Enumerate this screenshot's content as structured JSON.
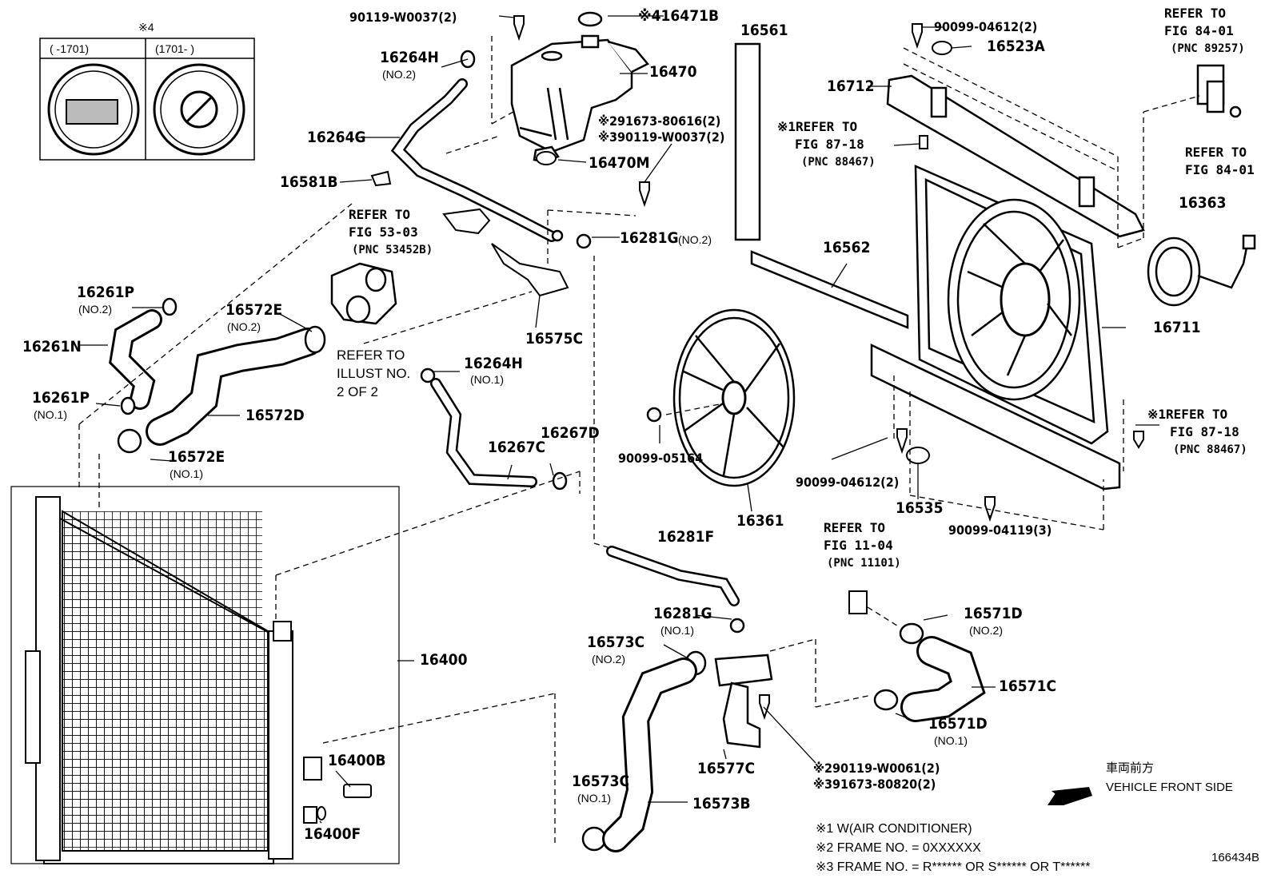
{
  "diagram_id": "166434B",
  "inset": {
    "marker": "※4",
    "col_left": "(      -1701)",
    "col_right": "(1701-      )"
  },
  "parts": {
    "p90119_w0037": "90119-W0037(2)",
    "p16471b": "※416471B",
    "p16264h_top": "16264H",
    "p16264h_top_sub": "(NO.2)",
    "p16470": "16470",
    "p16561": "16561",
    "p90099_04612_top": "90099-04612(2)",
    "p16523a": "16523A",
    "p16712": "16712",
    "p16264g": "16264G",
    "p91673_80616": "※291673-80616(2)",
    "p90119_w0037_b": "※390119-W0037(2)",
    "p16470m": "16470M",
    "p16581b": "16581B",
    "p16281g_top": "16281G",
    "p16281g_top_sub": "(NO.2)",
    "p16562": "16562",
    "p16363": "16363",
    "p16711": "16711",
    "p16261p_top": "16261P",
    "p16261p_top_sub": "(NO.2)",
    "p16572e_top": "16572E",
    "p16572e_top_sub": "(NO.2)",
    "p16575c": "16575C",
    "p16261n": "16261N",
    "p16264h_mid": "16264H",
    "p16264h_mid_sub": "(NO.1)",
    "p16261p_bot": "16261P",
    "p16261p_bot_sub": "(NO.1)",
    "p16572d": "16572D",
    "p16267d": "16267D",
    "p16267c": "16267C",
    "p90099_05164": "90099-05164",
    "p90099_04612_mid": "90099-04612(2)",
    "p16572e_bot": "16572E",
    "p16572e_bot_sub": "(NO.1)",
    "p16535": "16535",
    "p90099_04119": "90099-04119(3)",
    "p16361": "16361",
    "p16281f": "16281F",
    "p16281g_bot": "16281G",
    "p16281g_bot_sub": "(NO.1)",
    "p16571d_top": "16571D",
    "p16571d_top_sub": "(NO.2)",
    "p16573c_top": "16573C",
    "p16573c_top_sub": "(NO.2)",
    "p16400": "16400",
    "p16571c": "16571C",
    "p16571d_bot": "16571D",
    "p16571d_bot_sub": "(NO.1)",
    "p16400b": "16400B",
    "p16577c": "16577C",
    "p90119_w0061": "※290119-W0061(2)",
    "p91673_80820": "※391673-80820(2)",
    "p16573c_bot": "16573C",
    "p16573c_bot_sub": "(NO.1)",
    "p16573b": "16573B",
    "p16400f": "16400F"
  },
  "refs": {
    "fig84_a": [
      "REFER TO",
      "FIG 84-01",
      "(PNC 89257)"
    ],
    "fig84_b": [
      "REFER TO",
      "FIG 84-01"
    ],
    "fig87_top": [
      "※1REFER TO",
      "FIG 87-18",
      "(PNC 88467)"
    ],
    "fig87_right": [
      "※1REFER TO",
      "FIG 87-18",
      "(PNC 88467)"
    ],
    "fig53": [
      "REFER TO",
      "FIG 53-03",
      "(PNC 53452B)"
    ],
    "fig11": [
      "REFER TO",
      "FIG 11-04",
      "(PNC 11101)"
    ],
    "illust": [
      "REFER TO",
      "ILLUST NO.",
      "2 OF 2"
    ]
  },
  "direction": {
    "jp": "車両前方",
    "en": "VEHICLE FRONT SIDE"
  },
  "notes": [
    "※1 W(AIR CONDITIONER)",
    "※2 FRAME NO. = 0XXXXXX",
    "※3 FRAME NO. = R****** OR S****** OR T******"
  ]
}
